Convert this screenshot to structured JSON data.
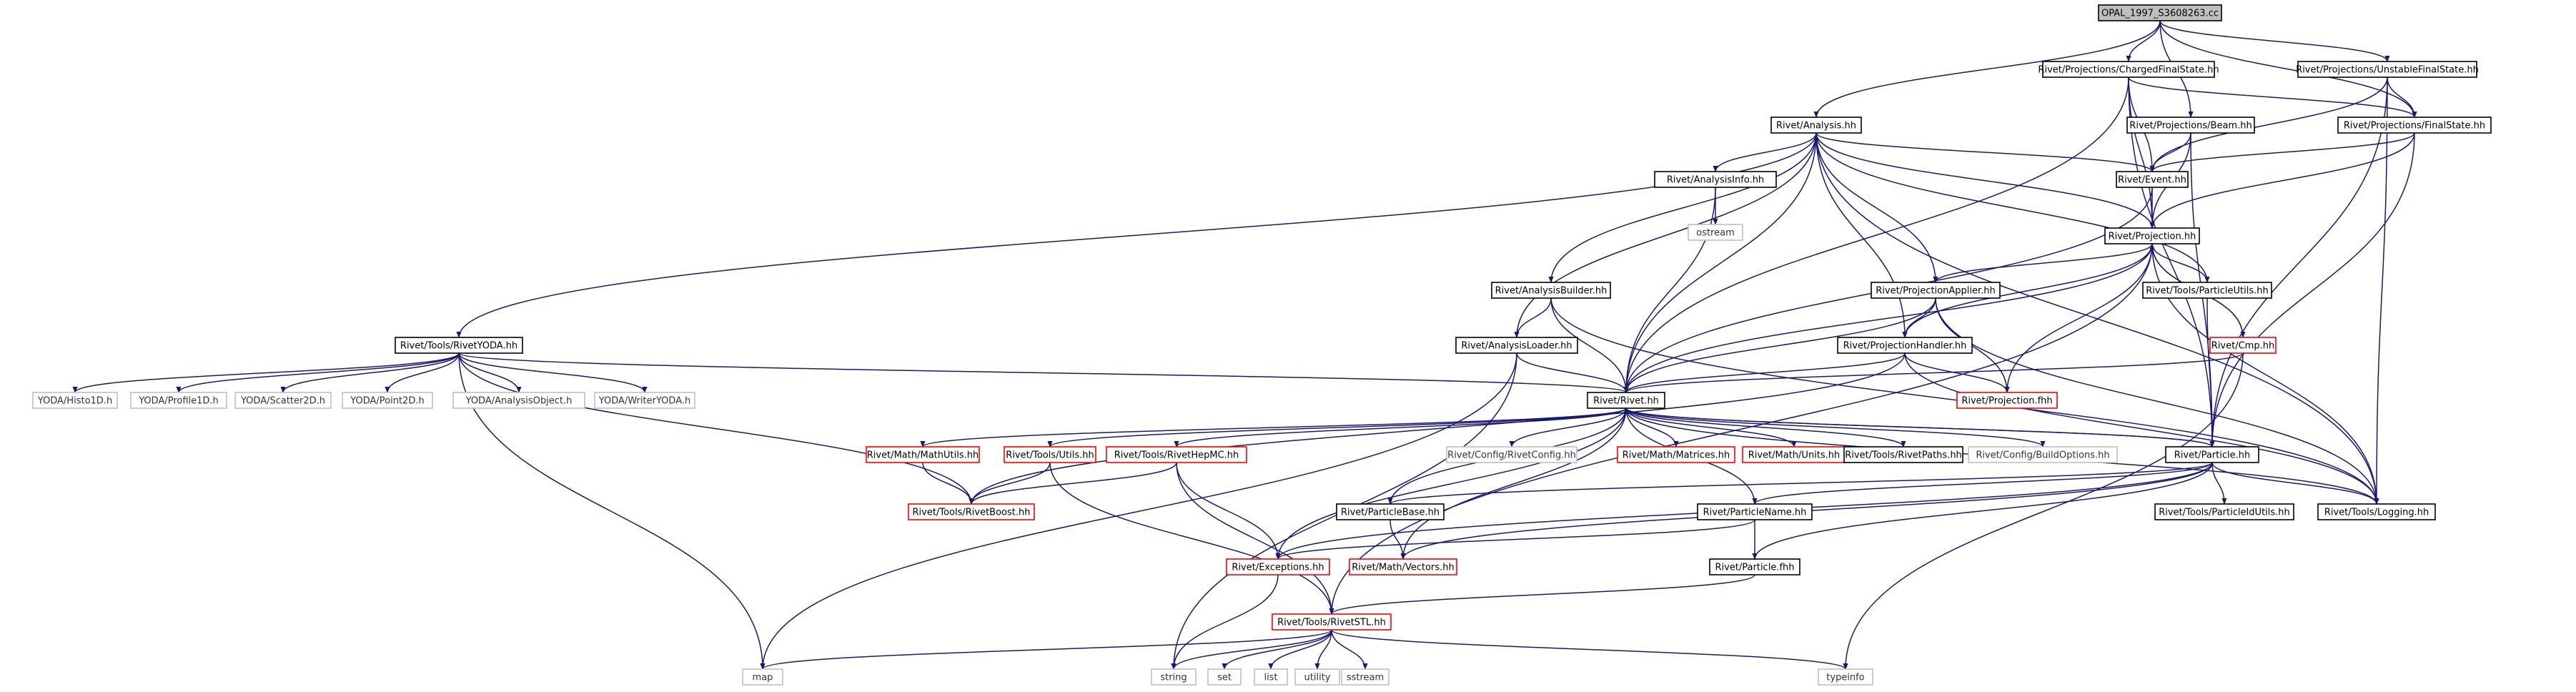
{
  "nodes": [
    {
      "id": "root",
      "label": "OPAL_1997_S3608263.cc",
      "type": "root"
    },
    {
      "id": "chfs",
      "label": "Rivet/Projections/ChargedFinalState.hh",
      "type": "doc"
    },
    {
      "id": "ufs",
      "label": "Rivet/Projections/UnstableFinalState.hh",
      "type": "doc"
    },
    {
      "id": "analysis",
      "label": "Rivet/Analysis.hh",
      "type": "doc"
    },
    {
      "id": "beam",
      "label": "Rivet/Projections/Beam.hh",
      "type": "doc"
    },
    {
      "id": "fs",
      "label": "Rivet/Projections/FinalState.hh",
      "type": "doc"
    },
    {
      "id": "ainfo",
      "label": "Rivet/AnalysisInfo.hh",
      "type": "doc"
    },
    {
      "id": "event",
      "label": "Rivet/Event.hh",
      "type": "doc"
    },
    {
      "id": "ostream",
      "label": "ostream",
      "type": "ext"
    },
    {
      "id": "projection",
      "label": "Rivet/Projection.hh",
      "type": "doc"
    },
    {
      "id": "abuilder",
      "label": "Rivet/AnalysisBuilder.hh",
      "type": "doc"
    },
    {
      "id": "papplier",
      "label": "Rivet/ProjectionApplier.hh",
      "type": "doc"
    },
    {
      "id": "putils",
      "label": "Rivet/Tools/ParticleUtils.hh",
      "type": "doc"
    },
    {
      "id": "yoda",
      "label": "Rivet/Tools/RivetYODA.hh",
      "type": "doc"
    },
    {
      "id": "aloader",
      "label": "Rivet/AnalysisLoader.hh",
      "type": "doc"
    },
    {
      "id": "phandler",
      "label": "Rivet/ProjectionHandler.hh",
      "type": "doc"
    },
    {
      "id": "cmp",
      "label": "Rivet/Cmp.hh",
      "type": "red"
    },
    {
      "id": "h1d",
      "label": "YODA/Histo1D.h",
      "type": "ext"
    },
    {
      "id": "p1d",
      "label": "YODA/Profile1D.h",
      "type": "ext"
    },
    {
      "id": "s2d",
      "label": "YODA/Scatter2D.h",
      "type": "ext"
    },
    {
      "id": "pt2d",
      "label": "YODA/Point2D.h",
      "type": "ext"
    },
    {
      "id": "aobj",
      "label": "YODA/AnalysisObject.h",
      "type": "ext"
    },
    {
      "id": "wyoda",
      "label": "YODA/WriterYODA.h",
      "type": "ext"
    },
    {
      "id": "rivet",
      "label": "Rivet/Rivet.hh",
      "type": "doc"
    },
    {
      "id": "pfhh",
      "label": "Rivet/Projection.fhh",
      "type": "red"
    },
    {
      "id": "mathutils",
      "label": "Rivet/Math/MathUtils.hh",
      "type": "red"
    },
    {
      "id": "tutils",
      "label": "Rivet/Tools/Utils.hh",
      "type": "red"
    },
    {
      "id": "hepmc",
      "label": "Rivet/Tools/RivetHepMC.hh",
      "type": "red"
    },
    {
      "id": "cfgrivet",
      "label": "Rivet/Config/RivetConfig.hh",
      "type": "ext"
    },
    {
      "id": "matrices",
      "label": "Rivet/Math/Matrices.hh",
      "type": "red"
    },
    {
      "id": "units",
      "label": "Rivet/Math/Units.hh",
      "type": "red"
    },
    {
      "id": "rpaths",
      "label": "Rivet/Tools/RivetPaths.hh",
      "type": "doc"
    },
    {
      "id": "cfgbuild",
      "label": "Rivet/Config/BuildOptions.hh",
      "type": "ext"
    },
    {
      "id": "particle",
      "label": "Rivet/Particle.hh",
      "type": "doc"
    },
    {
      "id": "boost",
      "label": "Rivet/Tools/RivetBoost.hh",
      "type": "red"
    },
    {
      "id": "pbase",
      "label": "Rivet/ParticleBase.hh",
      "type": "doc"
    },
    {
      "id": "pname",
      "label": "Rivet/ParticleName.hh",
      "type": "doc"
    },
    {
      "id": "putils2",
      "label": "Rivet/Tools/ParticleIdUtils.hh",
      "type": "doc"
    },
    {
      "id": "logging",
      "label": "Rivet/Tools/Logging.hh",
      "type": "doc"
    },
    {
      "id": "exceptions",
      "label": "Rivet/Exceptions.hh",
      "type": "red"
    },
    {
      "id": "vectors",
      "label": "Rivet/Math/Vectors.hh",
      "type": "red"
    },
    {
      "id": "pfhh2",
      "label": "Rivet/Particle.fhh",
      "type": "doc"
    },
    {
      "id": "stl",
      "label": "Rivet/Tools/RivetSTL.hh",
      "type": "red"
    },
    {
      "id": "map",
      "label": "map",
      "type": "ext"
    },
    {
      "id": "string",
      "label": "string",
      "type": "ext"
    },
    {
      "id": "set",
      "label": "set",
      "type": "ext"
    },
    {
      "id": "list",
      "label": "list",
      "type": "ext"
    },
    {
      "id": "utility",
      "label": "utility",
      "type": "ext"
    },
    {
      "id": "sstream",
      "label": "sstream",
      "type": "ext"
    },
    {
      "id": "typeinfo",
      "label": "typeinfo",
      "type": "ext"
    }
  ],
  "edges": [
    [
      "root",
      "chfs"
    ],
    [
      "root",
      "ufs"
    ],
    [
      "root",
      "analysis"
    ],
    [
      "root",
      "fs"
    ],
    [
      "root",
      "beam"
    ],
    [
      "chfs",
      "fs"
    ],
    [
      "chfs",
      "event"
    ],
    [
      "chfs",
      "projection"
    ],
    [
      "chfs",
      "rivet"
    ],
    [
      "chfs",
      "particle"
    ],
    [
      "ufs",
      "fs"
    ],
    [
      "ufs",
      "event"
    ],
    [
      "ufs",
      "particle"
    ],
    [
      "ufs",
      "logging"
    ],
    [
      "fs",
      "event"
    ],
    [
      "fs",
      "projection"
    ],
    [
      "fs",
      "particle"
    ],
    [
      "beam",
      "event"
    ],
    [
      "beam",
      "projection"
    ],
    [
      "beam",
      "particle"
    ],
    [
      "analysis",
      "event"
    ],
    [
      "analysis",
      "ainfo"
    ],
    [
      "analysis",
      "projection"
    ],
    [
      "analysis",
      "abuilder"
    ],
    [
      "analysis",
      "aloader"
    ],
    [
      "analysis",
      "papplier"
    ],
    [
      "analysis",
      "phandler"
    ],
    [
      "analysis",
      "putils"
    ],
    [
      "analysis",
      "yoda"
    ],
    [
      "analysis",
      "rivet"
    ],
    [
      "analysis",
      "logging"
    ],
    [
      "ainfo",
      "ostream"
    ],
    [
      "ainfo",
      "rivet"
    ],
    [
      "event",
      "projection"
    ],
    [
      "event",
      "rivet"
    ],
    [
      "projection",
      "papplier"
    ],
    [
      "projection",
      "phandler"
    ],
    [
      "projection",
      "putils"
    ],
    [
      "projection",
      "cmp"
    ],
    [
      "projection",
      "pfhh"
    ],
    [
      "projection",
      "rivet"
    ],
    [
      "projection",
      "logging"
    ],
    [
      "projection",
      "stl"
    ],
    [
      "abuilder",
      "aloader"
    ],
    [
      "abuilder",
      "rivet"
    ],
    [
      "abuilder",
      "logging"
    ],
    [
      "aloader",
      "rivet"
    ],
    [
      "aloader",
      "string"
    ],
    [
      "aloader",
      "map"
    ],
    [
      "papplier",
      "phandler"
    ],
    [
      "papplier",
      "pfhh"
    ],
    [
      "papplier",
      "rivet"
    ],
    [
      "papplier",
      "logging"
    ],
    [
      "phandler",
      "rivet"
    ],
    [
      "phandler",
      "pfhh"
    ],
    [
      "phandler",
      "boost"
    ],
    [
      "phandler",
      "logging"
    ],
    [
      "putils",
      "particle"
    ],
    [
      "cmp",
      "projection"
    ],
    [
      "cmp",
      "rivet"
    ],
    [
      "cmp",
      "typeinfo"
    ],
    [
      "yoda",
      "h1d"
    ],
    [
      "yoda",
      "p1d"
    ],
    [
      "yoda",
      "s2d"
    ],
    [
      "yoda",
      "pt2d"
    ],
    [
      "yoda",
      "aobj"
    ],
    [
      "yoda",
      "wyoda"
    ],
    [
      "yoda",
      "rivet"
    ],
    [
      "yoda",
      "boost"
    ],
    [
      "yoda",
      "map"
    ],
    [
      "rivet",
      "mathutils"
    ],
    [
      "rivet",
      "tutils"
    ],
    [
      "rivet",
      "hepmc"
    ],
    [
      "rivet",
      "cfgrivet"
    ],
    [
      "rivet",
      "matrices"
    ],
    [
      "rivet",
      "units"
    ],
    [
      "rivet",
      "rpaths"
    ],
    [
      "rivet",
      "cfgbuild"
    ],
    [
      "rivet",
      "particle"
    ],
    [
      "rivet",
      "logging"
    ],
    [
      "rivet",
      "exceptions"
    ],
    [
      "rivet",
      "vectors"
    ],
    [
      "rivet",
      "pname"
    ],
    [
      "particle",
      "rivet"
    ],
    [
      "particle",
      "pbase"
    ],
    [
      "particle",
      "pname"
    ],
    [
      "particle",
      "putils2"
    ],
    [
      "particle",
      "pfhh2"
    ],
    [
      "particle",
      "logging"
    ],
    [
      "particle",
      "vectors"
    ],
    [
      "particle",
      "exceptions"
    ],
    [
      "pbase",
      "rivet"
    ],
    [
      "pbase",
      "vectors"
    ],
    [
      "pname",
      "exceptions"
    ],
    [
      "pname",
      "pfhh2"
    ],
    [
      "pfhh2",
      "stl"
    ],
    [
      "mathutils",
      "boost"
    ],
    [
      "tutils",
      "boost"
    ],
    [
      "tutils",
      "stl"
    ],
    [
      "hepmc",
      "boost"
    ],
    [
      "hepmc",
      "exceptions"
    ],
    [
      "hepmc",
      "stl"
    ],
    [
      "exceptions",
      "string"
    ],
    [
      "stl",
      "map"
    ],
    [
      "stl",
      "string"
    ],
    [
      "stl",
      "set"
    ],
    [
      "stl",
      "list"
    ],
    [
      "stl",
      "utility"
    ],
    [
      "stl",
      "sstream"
    ],
    [
      "stl",
      "typeinfo"
    ]
  ]
}
